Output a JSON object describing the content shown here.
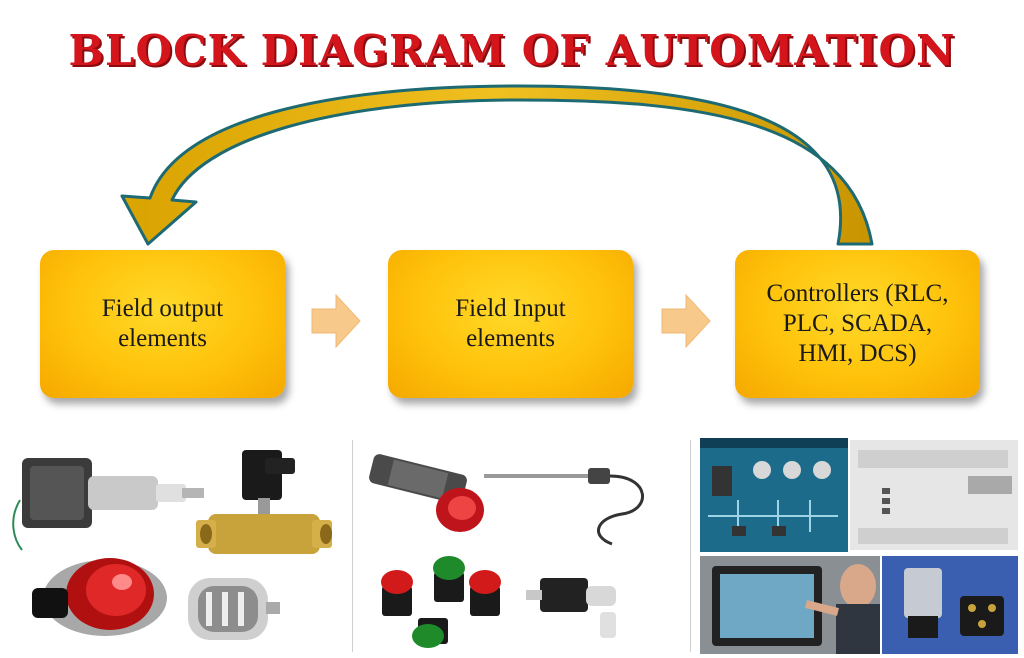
{
  "title": "BLOCK DIAGRAM OF AUTOMATION",
  "colors": {
    "title": "#d4151b",
    "block_fill": "#ffc20a",
    "flow_arrow": "#f7c98a",
    "feedback_arrow": "#d9a300",
    "feedback_outline": "#1d6a73"
  },
  "blocks": [
    {
      "label": "Field output\nelements"
    },
    {
      "label": "Field Input\nelements"
    },
    {
      "label": "Controllers (RLC,\nPLC, SCADA,\nHMI, DCS)"
    }
  ],
  "image_groups": [
    {
      "items": [
        "stepper-motor",
        "solenoid-valve",
        "indicator-lamp",
        "dc-motor"
      ]
    },
    {
      "items": [
        "proximity-sensor",
        "temperature-probe",
        "push-buttons",
        "toggle-switch"
      ]
    },
    {
      "items": [
        "scada-screen",
        "plc-module",
        "hmi-operator",
        "relay"
      ]
    }
  ]
}
